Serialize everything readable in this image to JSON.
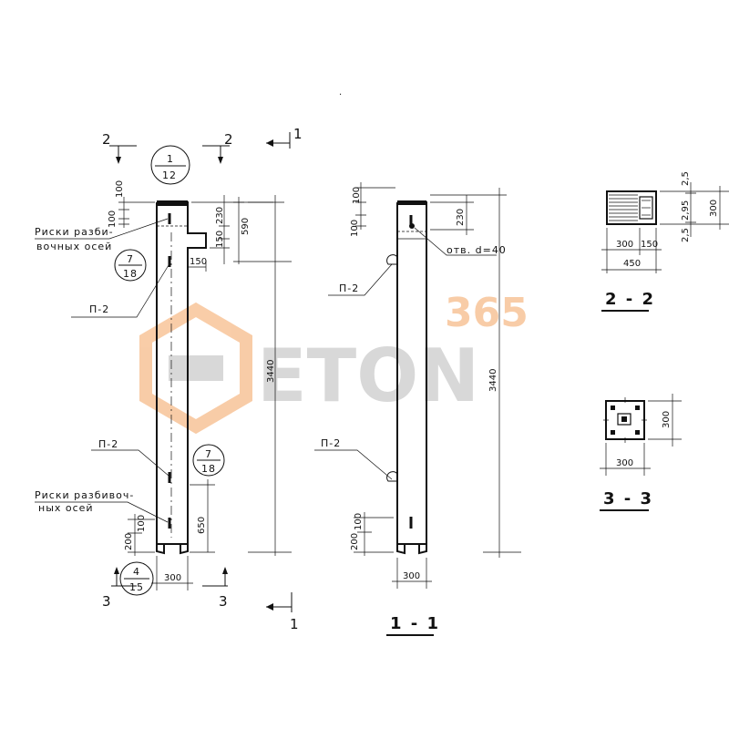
{
  "watermark": {
    "number": "365",
    "brand": "ETON",
    "accent": "#f4a460",
    "gray": "#b9b9b9"
  },
  "colors": {
    "ink": "#111111",
    "paper": "#ffffff"
  },
  "left_view": {
    "cut_2": "2",
    "cut_1": "1",
    "cut_3": "3",
    "callout_top": {
      "num": "1",
      "den": "12"
    },
    "callout_mid": {
      "num": "7",
      "den": "18"
    },
    "callout_low": {
      "num": "7",
      "den": "18"
    },
    "callout_bottom": {
      "num": "4",
      "den": "15"
    },
    "note_top_line1": "Риски разби-",
    "note_top_line2": "вочных осей",
    "note_bottom_line1": "Риски разбивоч-",
    "note_bottom_line2": "ных осей",
    "label_p2_top": "П-2",
    "label_p2_bottom": "П-2",
    "dim_100_a": "100",
    "dim_100_b": "100",
    "dim_230": "230",
    "dim_150_v": "150",
    "dim_590": "590",
    "dim_150_h": "150",
    "dim_3440": "3440",
    "dim_650": "650",
    "dim_200": "200",
    "dim_100_c": "100",
    "dim_300": "300"
  },
  "section_1_1": {
    "title": "1 - 1",
    "label_p2_top": "П-2",
    "label_p2_bottom": "П-2",
    "hole_label": "отв. d=40",
    "dim_100_a": "100",
    "dim_100_b": "100",
    "dim_230": "230",
    "dim_3440": "3440",
    "dim_100_c": "100",
    "dim_200": "200",
    "dim_300": "300"
  },
  "section_2_2": {
    "title": "2 - 2",
    "dim_2_5_top": "2,5",
    "dim_2_95": "2,95",
    "dim_2_5_bottom": "2,5",
    "dim_300_v": "300",
    "dim_300_h": "300",
    "dim_150": "150",
    "dim_450": "450"
  },
  "section_3_3": {
    "title": "3 - 3",
    "dim_300_v": "300",
    "dim_300_h": "300"
  }
}
